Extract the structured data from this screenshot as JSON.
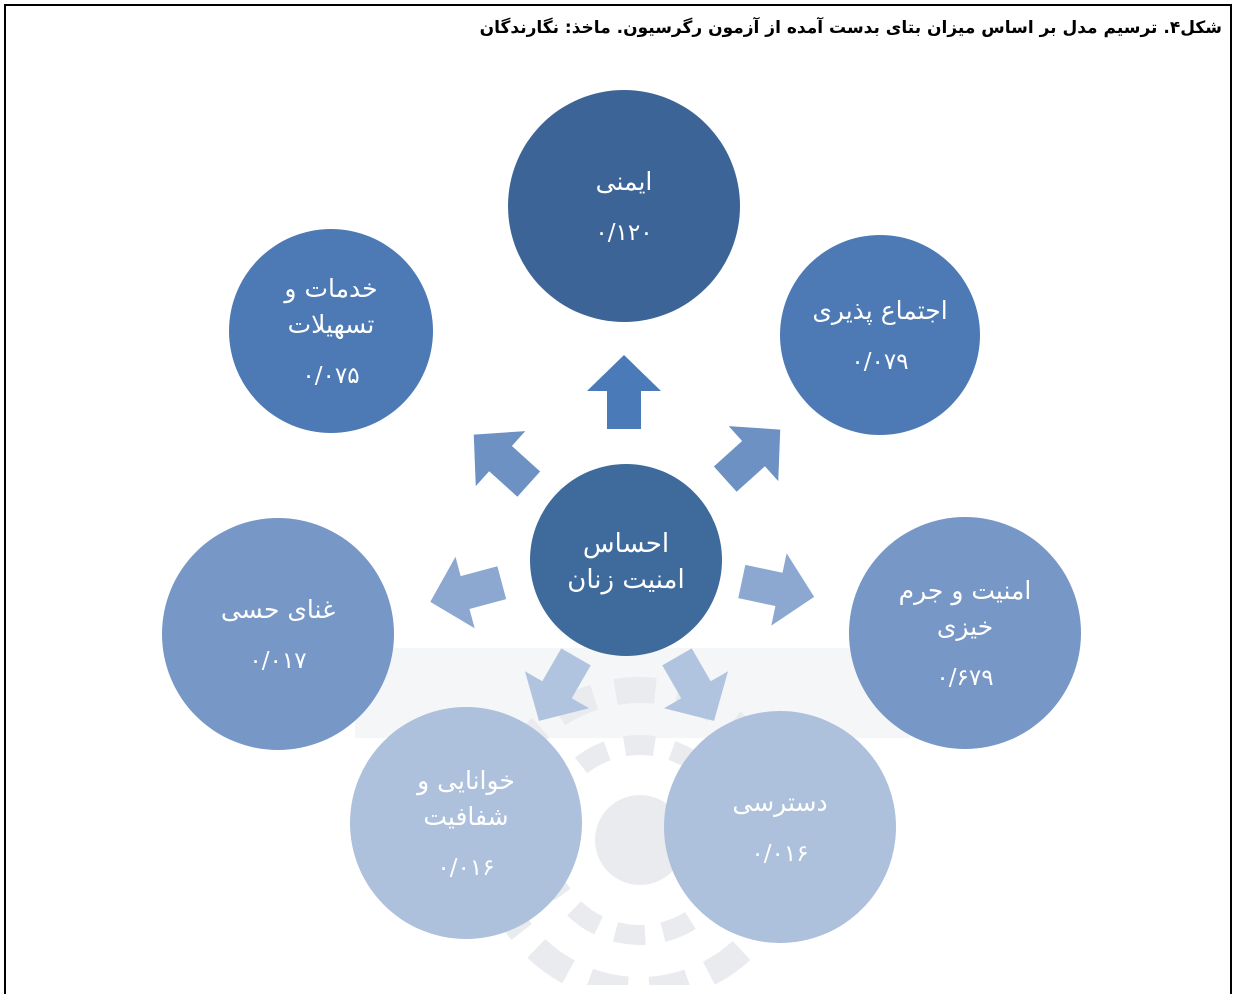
{
  "caption": "شکل۴. ترسیم مدل بر اساس میزان بتای بدست آمده از آزمون رگرسیون. ماخذ: نگارندگان",
  "center": {
    "line1": "احساس",
    "line2": "امنیت زنان",
    "color": "#3e6a9c"
  },
  "nodes": [
    {
      "id": "safety",
      "label_lines": [
        "ایمنی"
      ],
      "value": "۰/۱۲۰",
      "color": "#3d6496",
      "text_color": "#ffffff"
    },
    {
      "id": "sociability",
      "label_lines": [
        "اجتماع پذیری"
      ],
      "value": "۰/۰۷۹",
      "color": "#4d7ab5",
      "text_color": "#ffffff"
    },
    {
      "id": "security-crime",
      "label_lines": [
        "امنیت و جرم",
        "خیزی"
      ],
      "value": "۰/۶۷۹",
      "color": "#7797c6",
      "text_color": "#1a1a1a"
    },
    {
      "id": "access",
      "label_lines": [
        "دسترسی"
      ],
      "value": "۰/۰۱۶",
      "color": "#adc0dc",
      "text_color": "#1a1a1a"
    },
    {
      "id": "legibility",
      "label_lines": [
        "خوانایی و",
        "شفافیت"
      ],
      "value": "۰/۰۱۶",
      "color": "#adc0dc",
      "text_color": "#1a1a1a"
    },
    {
      "id": "sensory-richness",
      "label_lines": [
        "غنای حسی"
      ],
      "value": "۰/۰۱۷",
      "color": "#7797c6",
      "text_color": "#1a1a1a"
    },
    {
      "id": "services-facilities",
      "label_lines": [
        "خدمات و",
        "تسهیلات"
      ],
      "value": "۰/۰۷۵",
      "color": "#4d7ab5",
      "text_color": "#ffffff"
    }
  ],
  "arrow_colors": [
    "#4a7ab8",
    "#6d91c2",
    "#8ca8d1",
    "#b0c3df",
    "#b0c3df",
    "#8ca8d1",
    "#6d91c2"
  ]
}
